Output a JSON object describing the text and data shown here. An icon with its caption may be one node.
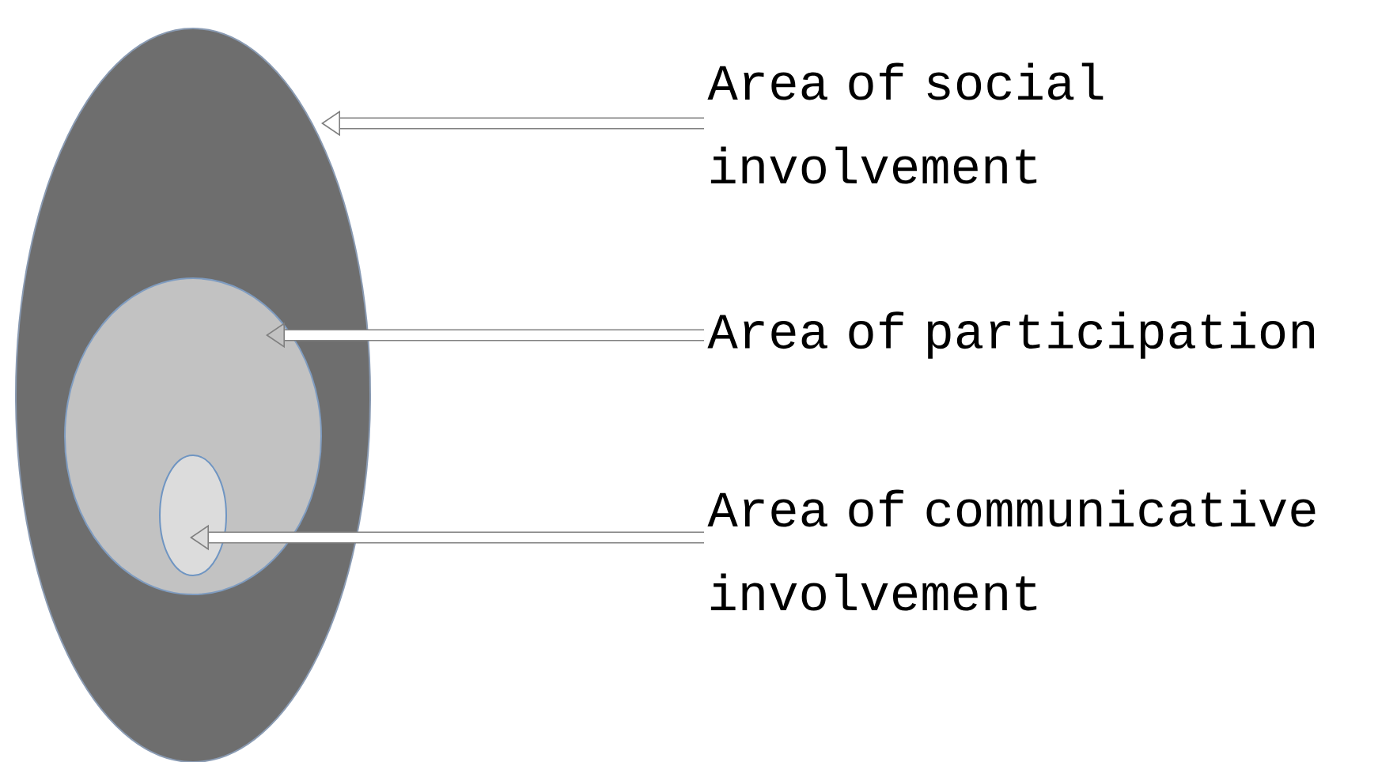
{
  "diagram": {
    "nodes": [
      {
        "text": [],
        "shape": "ellipse"
      },
      {
        "text": [],
        "shape": "ellipse",
        "in": 0
      },
      {
        "text": [],
        "shape": "ellipse",
        "in": 1
      },
      {
        "text": [
          "Area of social involvement"
        ]
      },
      {
        "text": [
          "Area of participation"
        ]
      },
      {
        "text": [
          "Area of communicative involvement"
        ]
      }
    ],
    "edges": [
      {
        "from": 3,
        "to": 0,
        "arrow": "to"
      },
      {
        "from": 4,
        "to": 1,
        "arrow": "to"
      },
      {
        "from": 5,
        "to": 2,
        "arrow": "to"
      }
    ]
  }
}
